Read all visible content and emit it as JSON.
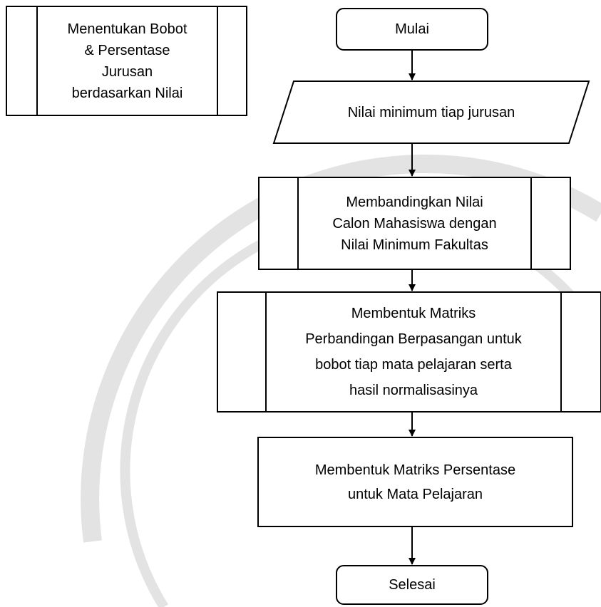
{
  "diagram": {
    "type": "flowchart",
    "legend_block": {
      "kind": "predefined-process",
      "label": "Menentukan Bobot\n& Persentase\nJurusan\nberdasarkan Nilai"
    },
    "nodes": [
      {
        "id": "start",
        "kind": "terminator",
        "label": "Mulai"
      },
      {
        "id": "input-min",
        "kind": "input-output",
        "label": "Nilai minimum tiap jurusan"
      },
      {
        "id": "compare",
        "kind": "predefined-process",
        "label": "Membandingkan Nilai\nCalon Mahasiswa dengan\nNilai Minimum Fakultas"
      },
      {
        "id": "pairwise",
        "kind": "predefined-process",
        "label": "Membentuk Matriks\nPerbandingan Berpasangan untuk\nbobot tiap mata pelajaran serta\nhasil normalisasinya"
      },
      {
        "id": "percent",
        "kind": "process",
        "label": "Membentuk Matriks Persentase\nuntuk Mata Pelajaran"
      },
      {
        "id": "end",
        "kind": "terminator",
        "label": "Selesai"
      }
    ],
    "edges": [
      {
        "from": "start",
        "to": "input-min"
      },
      {
        "from": "input-min",
        "to": "compare"
      },
      {
        "from": "compare",
        "to": "pairwise"
      },
      {
        "from": "pairwise",
        "to": "percent"
      },
      {
        "from": "percent",
        "to": "end"
      }
    ],
    "colors": {
      "stroke": "#000000",
      "fill": "#ffffff",
      "watermark": "#d6d6d6"
    }
  }
}
